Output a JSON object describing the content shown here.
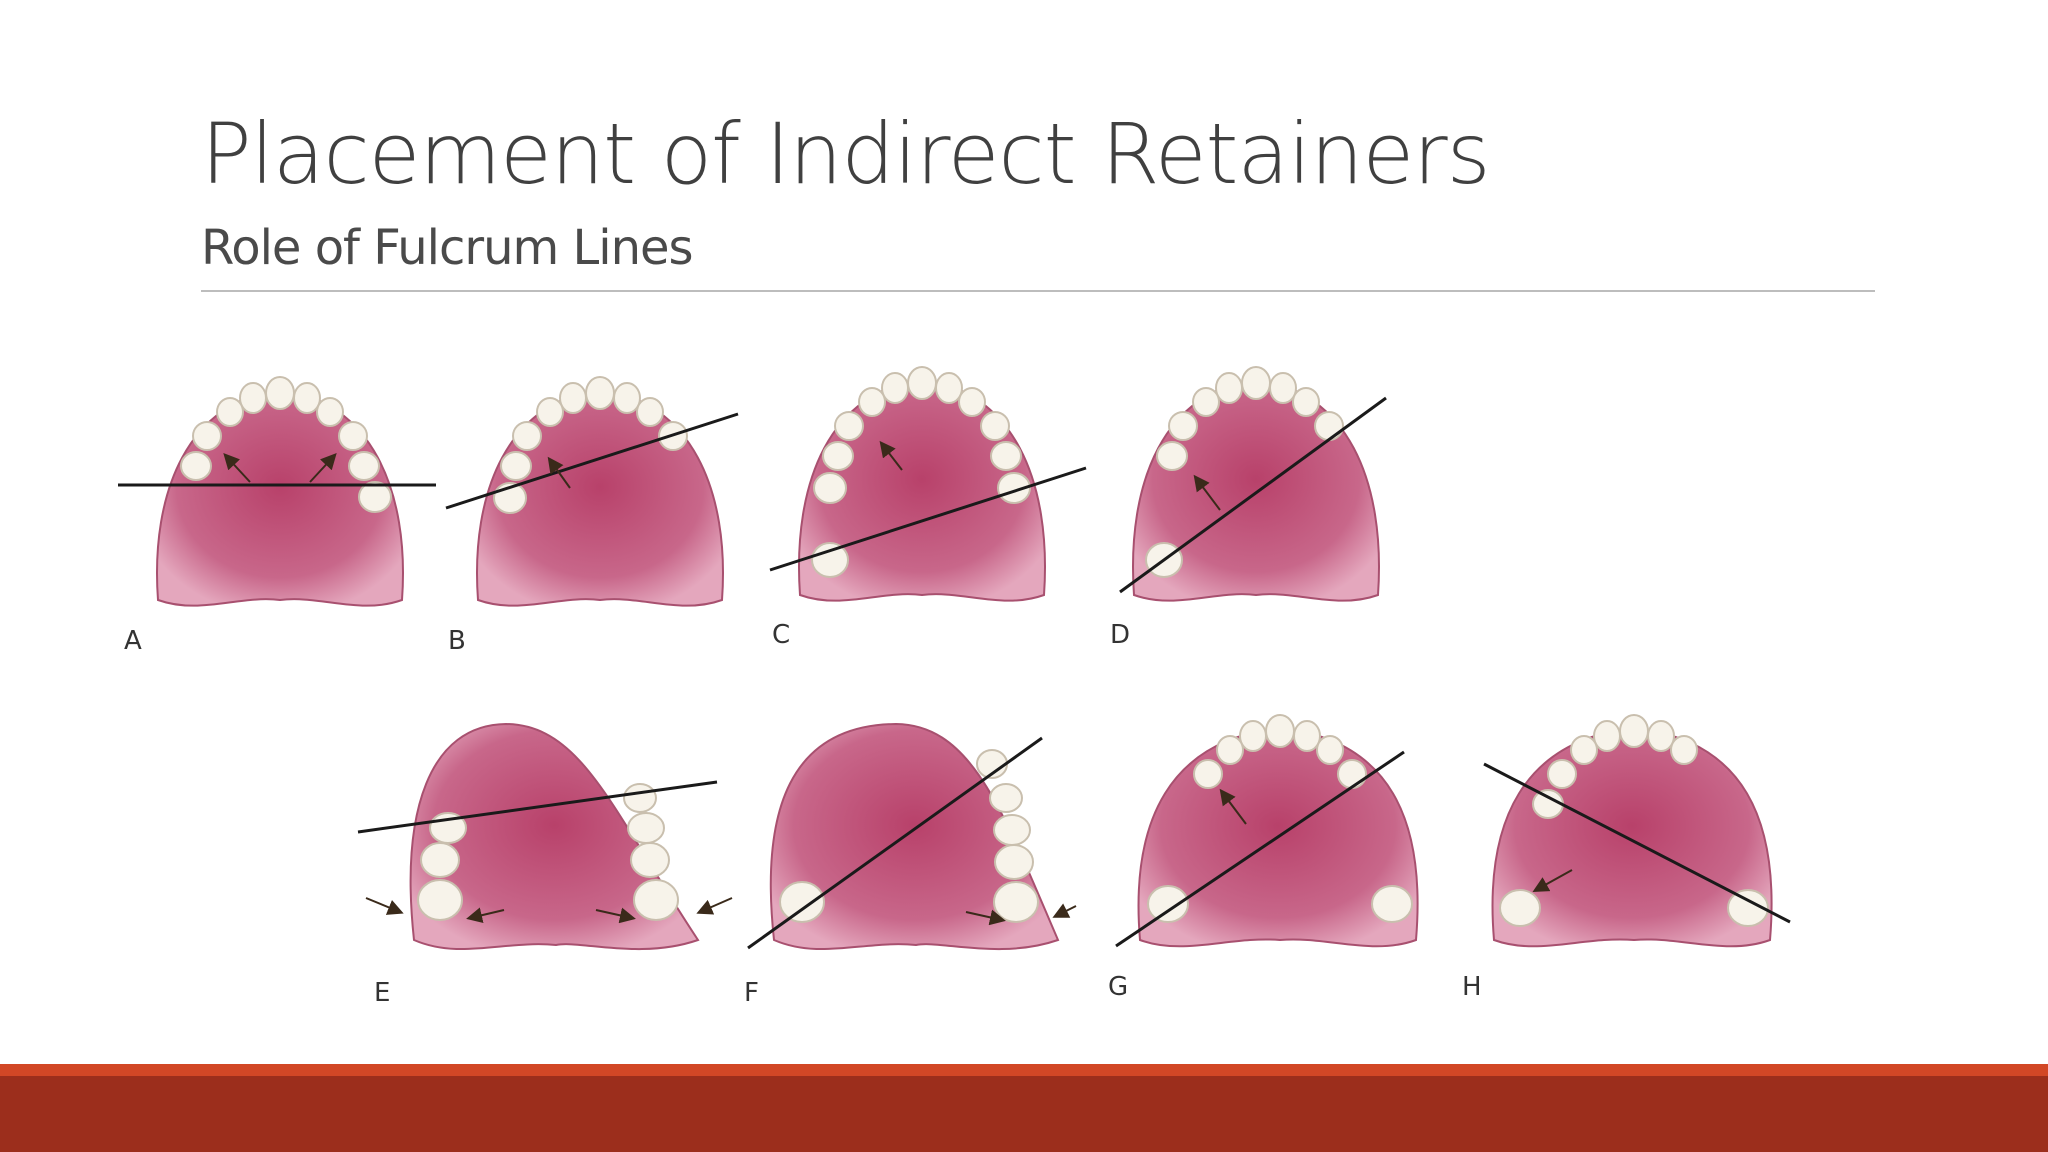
{
  "slide": {
    "title": "Placement of Indirect Retainers",
    "subtitle": "Role of Fulcrum Lines"
  },
  "figure": {
    "panels": [
      {
        "label": "A"
      },
      {
        "label": "B"
      },
      {
        "label": "C"
      },
      {
        "label": "D"
      },
      {
        "label": "E"
      },
      {
        "label": "F"
      },
      {
        "label": "G"
      },
      {
        "label": "H"
      }
    ]
  },
  "colors": {
    "accent": "#d24726",
    "footer": "#9c2e1c",
    "palate": "#c05a7c",
    "tooth": "#f7f3ea",
    "fulcrum_line": "#1a1a1a"
  }
}
